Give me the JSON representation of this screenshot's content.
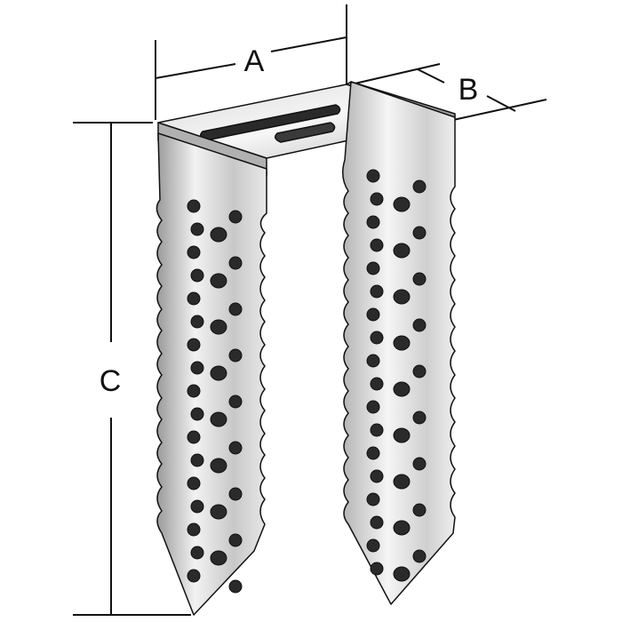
{
  "labels": {
    "a": "A",
    "b": "B",
    "c": "C"
  },
  "colors": {
    "line": "#111111",
    "metal_light": "#f4f4f4",
    "metal_mid": "#c9c9c9",
    "metal_dark": "#8a8a8a",
    "hole": "#2a2a2a"
  },
  "icons": {
    "part": "u-shaped-masonry-anchor-bracket"
  }
}
